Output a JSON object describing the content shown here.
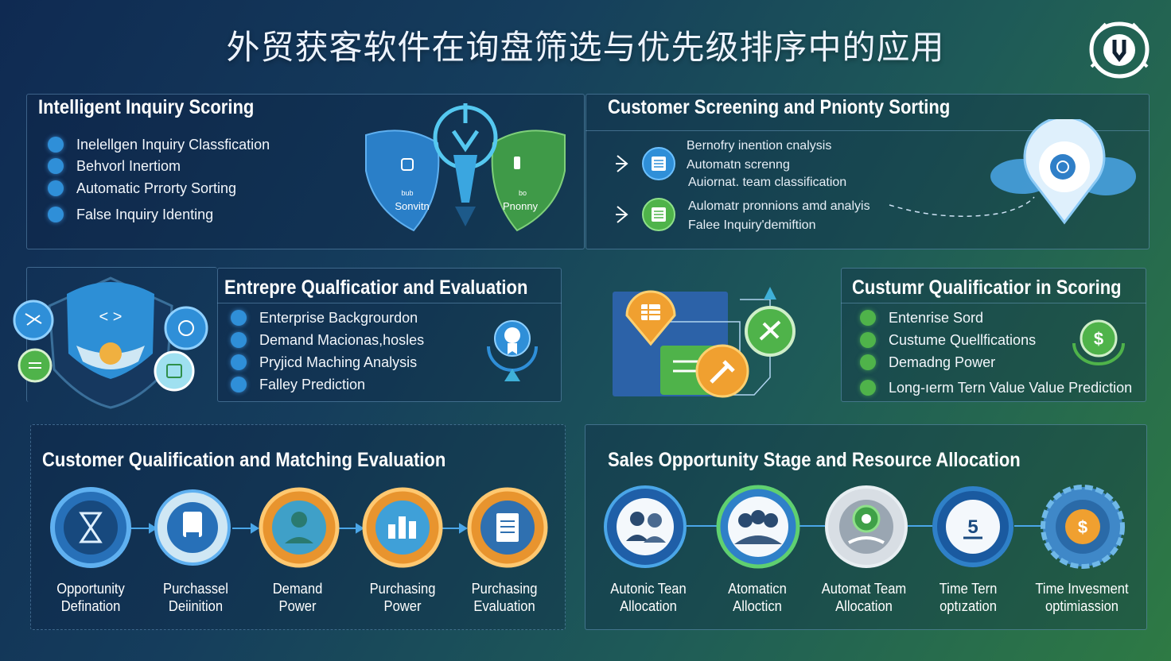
{
  "title": "外贸获客软件在询盘筛选与优先级排序中的应用",
  "colors": {
    "blue": "#2f8fd8",
    "green": "#4fb34a",
    "orange": "#f0a030",
    "panel_border": "#78aad2"
  },
  "panel1": {
    "title": "Intelligent Inquiry Scoring",
    "items": [
      "Inelellgen Inquiry Classfication",
      "Behvorl Inertiom",
      "Automatic Prrorty Sorting",
      "False Inquiry Identing"
    ],
    "shield_left_label": "Sonvitn",
    "shield_left_top": "bub",
    "shield_right_label": "Pnonny",
    "shield_right_top": "bo"
  },
  "panel2": {
    "title": "Customer Screening and Pnionty  Sorting",
    "group1": [
      "Bernofry inention cnalysis",
      "Automatn screnng",
      "Auiornat. team classification"
    ],
    "group2": [
      "Aulomatr pronnions amd analyis",
      "Falee Inquiry'demiftion"
    ]
  },
  "panel3": {
    "title": "Entrepre Qualficatior and Evaluation",
    "items": [
      "Enterprise Backgrourdon",
      "Demand Macionas,hosles",
      "Pryjicd Maching Analysis",
      "Falley Prediction"
    ]
  },
  "panel4": {
    "title": "Custumr Qualificatior in Scoring",
    "items": [
      "Entenrise Sord",
      "Custume Quellfications",
      "Demadng Power",
      "Long-ıerm Tern Value Value Prediction"
    ]
  },
  "panel5": {
    "title": "Customer Qualification and Matching Evaluation",
    "steps": [
      {
        "label": "Opportunity\nDefination",
        "icon": "hourglass-icon"
      },
      {
        "label": "Purchassel\nDeiinition",
        "icon": "document-lock-icon"
      },
      {
        "label": "Demand\nPower",
        "icon": "person-icon"
      },
      {
        "label": "Purchasing\nPower",
        "icon": "bar-chart-icon"
      },
      {
        "label": "Purchasing\nEvaluation",
        "icon": "report-icon"
      }
    ]
  },
  "panel6": {
    "title": "Sales Opportunity Stage and Resource Allocation",
    "steps": [
      {
        "label": "Autonic Tean\nAllocation",
        "icon": "team-icon"
      },
      {
        "label": "Atomaticn\nAllocticn",
        "icon": "group-icon"
      },
      {
        "label": "Automat Team\nAllocation",
        "icon": "gear-pin-icon"
      },
      {
        "label": "Time Tern\noptızation",
        "icon": "timer-icon"
      },
      {
        "label": "Time Invesment\noptimiassion",
        "icon": "dollar-gear-icon"
      }
    ]
  }
}
